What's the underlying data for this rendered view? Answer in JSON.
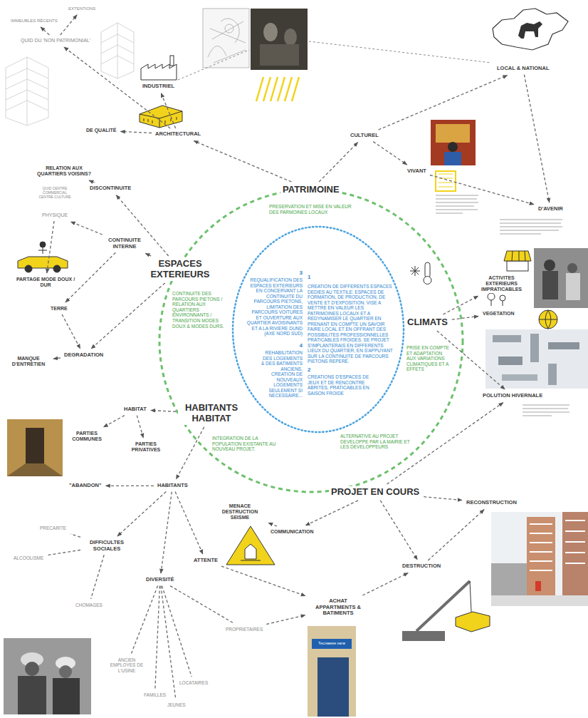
{
  "diagram": {
    "nodes": [
      {
        "text": [
          "EXTENTIONS"
        ]
      },
      {
        "text": [
          "IMMEUBLES RÉCENTS"
        ]
      },
      {
        "text": [
          "QUID DU 'NON PATRIMONIAL'"
        ]
      },
      {
        "text": [
          "INDUSTRIEL"
        ]
      },
      {
        "text": [
          "LOCAL & NATIONAL"
        ]
      },
      {
        "text": [
          "CULTUREL"
        ]
      },
      {
        "text": [
          "DE QUALITÉ"
        ]
      },
      {
        "text": [
          "ARCHITECTURAL"
        ]
      },
      {
        "text": [
          "VIVANT"
        ]
      },
      {
        "text": [
          "RELATION AUX QUARTIERS VOISINS?"
        ]
      },
      {
        "text": [
          "DISCONTINUITE"
        ]
      },
      {
        "text": [
          "PATRIMOINE"
        ]
      },
      {
        "text": [
          "D'AVENIR"
        ]
      },
      {
        "text": [
          "PHYSIQUE"
        ]
      },
      {
        "text": [
          "CONTINUITE INTERNE"
        ]
      },
      {
        "text": [
          "1",
          "CREATION DE DIFFERENTS ESPACES DEDIES AU TEXTILE: ESPACES DE FORMATION, DE PRODUCTION, DE VENTE ET D'EXPOSITION. VISE A METTRE EN VALEUR LES PATRIMOINES LOCAUX ET A REDYNAMISER LE QUARTIER EN PRENANT EN COMPTE UN SAVOIR FAIRE LOCAL ET EN OFFRANT DES POSSIBILITES PROFESSIONNELLES PRATICABLES FROIDES. SE PROJET S'IMPLANTERAIS EN DIFFERENTS LIEUX DU QUARTIER, EN S'APPUYANT SUR LA CONTINUITE DE PARCOURS PIETONS REPERÉ.",
          "2",
          "CREATIONS D'ESPACES DE JEUX ET DE RENCONTRE ABRITES, PRATICABLES EN SAISON FROIDE",
          "3",
          "REQUALIFICATION DES ESPACES EXTERIEURS EN CONCERVANT LA CONTINUITE DU PARCOURS PIETONS, LIMITATION DES PARCOURS VOITURES ET OUVERTURE AUX QUARTIER AVOISINANTS ET A LA RIVIERE DUND (AXE NORD SUD)",
          "4",
          "REHABILITATION DES LOGEMENTS & DES BATIMENTS ANCIENS, CREATION DE NOUVEAUX LOGEMENTS SEULEMENT SI NECESSAIRE..."
        ]
      },
      {
        "text": [
          "ESPACES EXTERIEURS"
        ]
      },
      {
        "text": [
          "PARTAGE MODE DOUX / DUR"
        ]
      },
      {
        "text": [
          "ACTIVITES EXTERIEURS IMPRATICABLES"
        ]
      },
      {
        "text": [
          "VEGETATION"
        ]
      },
      {
        "text": [
          "TERRE"
        ]
      },
      {
        "text": [
          "CLIMATS"
        ]
      },
      {
        "text": [
          "DEGRADATION"
        ]
      },
      {
        "text": [
          "MANQUE D'ENTRETIEN"
        ]
      },
      {
        "text": [
          "POLUTION HIVERNALE"
        ]
      },
      {
        "text": [
          "HABITAT"
        ]
      },
      {
        "text": [
          "HABITANTS HABITAT"
        ]
      },
      {
        "text": [
          "PARTIES COMMUNES"
        ]
      },
      {
        "text": [
          "PARTIES PRIVATIVES"
        ]
      },
      {
        "text": [
          "PROJET EN COURS"
        ]
      },
      {
        "text": [
          "\"ABANDON\""
        ]
      },
      {
        "text": [
          "HABITANTS"
        ]
      },
      {
        "text": [
          "RECONSTRUCTION"
        ]
      },
      {
        "text": [
          "MENACE DESTRUCTION SEISME"
        ]
      },
      {
        "text": [
          "COMMUNICATION"
        ]
      },
      {
        "text": [
          "PRECARITE"
        ]
      },
      {
        "text": [
          "DIFFICULTES SOCIALES"
        ]
      },
      {
        "text": [
          "ALCOOLISME"
        ]
      },
      {
        "text": [
          "ATTENTE"
        ]
      },
      {
        "text": [
          "DESTRUCTION"
        ]
      },
      {
        "text": [
          "DIVERSITÉ"
        ]
      },
      {
        "text": [
          "CHOMAGES"
        ]
      },
      {
        "text": [
          "ACHAT APPARTMENTS & BATIMENTS"
        ]
      },
      {
        "text": [
          "PROPRIETAIRES"
        ]
      },
      {
        "text": [
          "ANCIEN EMPLOYES DE L'USINE"
        ]
      },
      {
        "text": [
          "LOCATAIRES"
        ]
      },
      {
        "text": [
          "FAMILLES"
        ]
      },
      {
        "text": [
          "JEUNES"
        ]
      }
    ],
    "edges": [
      {
        "from": 11,
        "to": 7,
        "arrow": "to"
      },
      {
        "from": 11,
        "to": 5,
        "arrow": "to"
      },
      {
        "from": 7,
        "to": 6,
        "arrow": "to"
      },
      {
        "from": 7,
        "to": 2,
        "arrow": "to"
      },
      {
        "from": 2,
        "to": 1,
        "arrow": "to"
      },
      {
        "from": 2,
        "to": 0,
        "arrow": "to"
      },
      {
        "from": 7,
        "to": 3,
        "arrow": "to"
      },
      {
        "from": 5,
        "to": 4,
        "arrow": "to"
      },
      {
        "from": 5,
        "to": 8,
        "arrow": "to"
      },
      {
        "from": 8,
        "to": 12,
        "arrow": "to"
      },
      {
        "from": 4,
        "to": 12,
        "arrow": "to"
      },
      {
        "from": 16,
        "to": 10,
        "arrow": "to"
      },
      {
        "from": 16,
        "to": 14,
        "arrow": "to"
      },
      {
        "from": 16,
        "to": 22,
        "arrow": "to"
      },
      {
        "from": 10,
        "to": 9,
        "arrow": "to"
      },
      {
        "from": 14,
        "to": 13,
        "arrow": "to"
      },
      {
        "from": 14,
        "to": 20,
        "arrow": "to"
      },
      {
        "from": 13,
        "to": 17,
        "arrow": "to"
      },
      {
        "from": 20,
        "to": 22,
        "arrow": "to"
      },
      {
        "from": 22,
        "to": 23,
        "arrow": "to"
      },
      {
        "from": 26,
        "to": 25,
        "arrow": "to"
      },
      {
        "from": 25,
        "to": 27,
        "arrow": "to"
      },
      {
        "from": 25,
        "to": 28,
        "arrow": "to"
      },
      {
        "from": 26,
        "to": 31,
        "arrow": "to"
      },
      {
        "from": 31,
        "to": 30,
        "arrow": "to"
      },
      {
        "from": 31,
        "to": 36,
        "arrow": "to"
      },
      {
        "from": 31,
        "to": 40,
        "arrow": "to"
      },
      {
        "from": 31,
        "to": 38,
        "arrow": "to"
      },
      {
        "from": 36,
        "to": 35,
        "arrow": "none"
      },
      {
        "from": 36,
        "to": 37,
        "arrow": "none"
      },
      {
        "from": 36,
        "to": 41,
        "arrow": "none"
      },
      {
        "from": 40,
        "to": 44,
        "arrow": "none"
      },
      {
        "from": 40,
        "to": 45,
        "arrow": "none"
      },
      {
        "from": 40,
        "to": 46,
        "arrow": "none"
      },
      {
        "from": 40,
        "to": 47,
        "arrow": "none"
      },
      {
        "from": 40,
        "to": 43,
        "arrow": "none"
      },
      {
        "from": 43,
        "to": 42,
        "arrow": "to"
      },
      {
        "from": 38,
        "to": 42,
        "arrow": "to"
      },
      {
        "from": 21,
        "to": 18,
        "arrow": "to"
      },
      {
        "from": 21,
        "to": 19,
        "arrow": "to"
      },
      {
        "from": 21,
        "to": 24,
        "arrow": "to"
      },
      {
        "from": 29,
        "to": 24,
        "arrow": "to"
      },
      {
        "from": 29,
        "to": 32,
        "arrow": "to"
      },
      {
        "from": 29,
        "to": 34,
        "arrow": "to"
      },
      {
        "from": 29,
        "to": 39,
        "arrow": "to"
      },
      {
        "from": 34,
        "to": 33,
        "arrow": "to"
      },
      {
        "from": 42,
        "to": 39,
        "arrow": "to"
      },
      {
        "from": 39,
        "to": 32,
        "arrow": "to"
      }
    ],
    "labels": [
      "PRESERVATION ET MISE EN VALEUR DES PARMOINES LOCAUX",
      "CONTINUITE DES PARCOURS PIETONS / RELATION AUX QUARTIERS ENVIRONNANTS / TRANSITION MODES DOUX & MODES DURS.",
      "PRISE EN COMPTE ET ADAPTATION AUX VARIATIONS CLIMATIQUES ET A EFFETS",
      "INTEGRATION DE LA POPULATION EXISTANTE AU NOUVEAU PROJET.",
      "ALTERNATIVE AU PROJET DEVELOPPE PAR LA MAIRIE ET LES DEVELOPPEURS",
      "QUID CENTRE COMMERCIAL CENTRE CULTURE",
      "Тесламин хөгж"
    ]
  }
}
